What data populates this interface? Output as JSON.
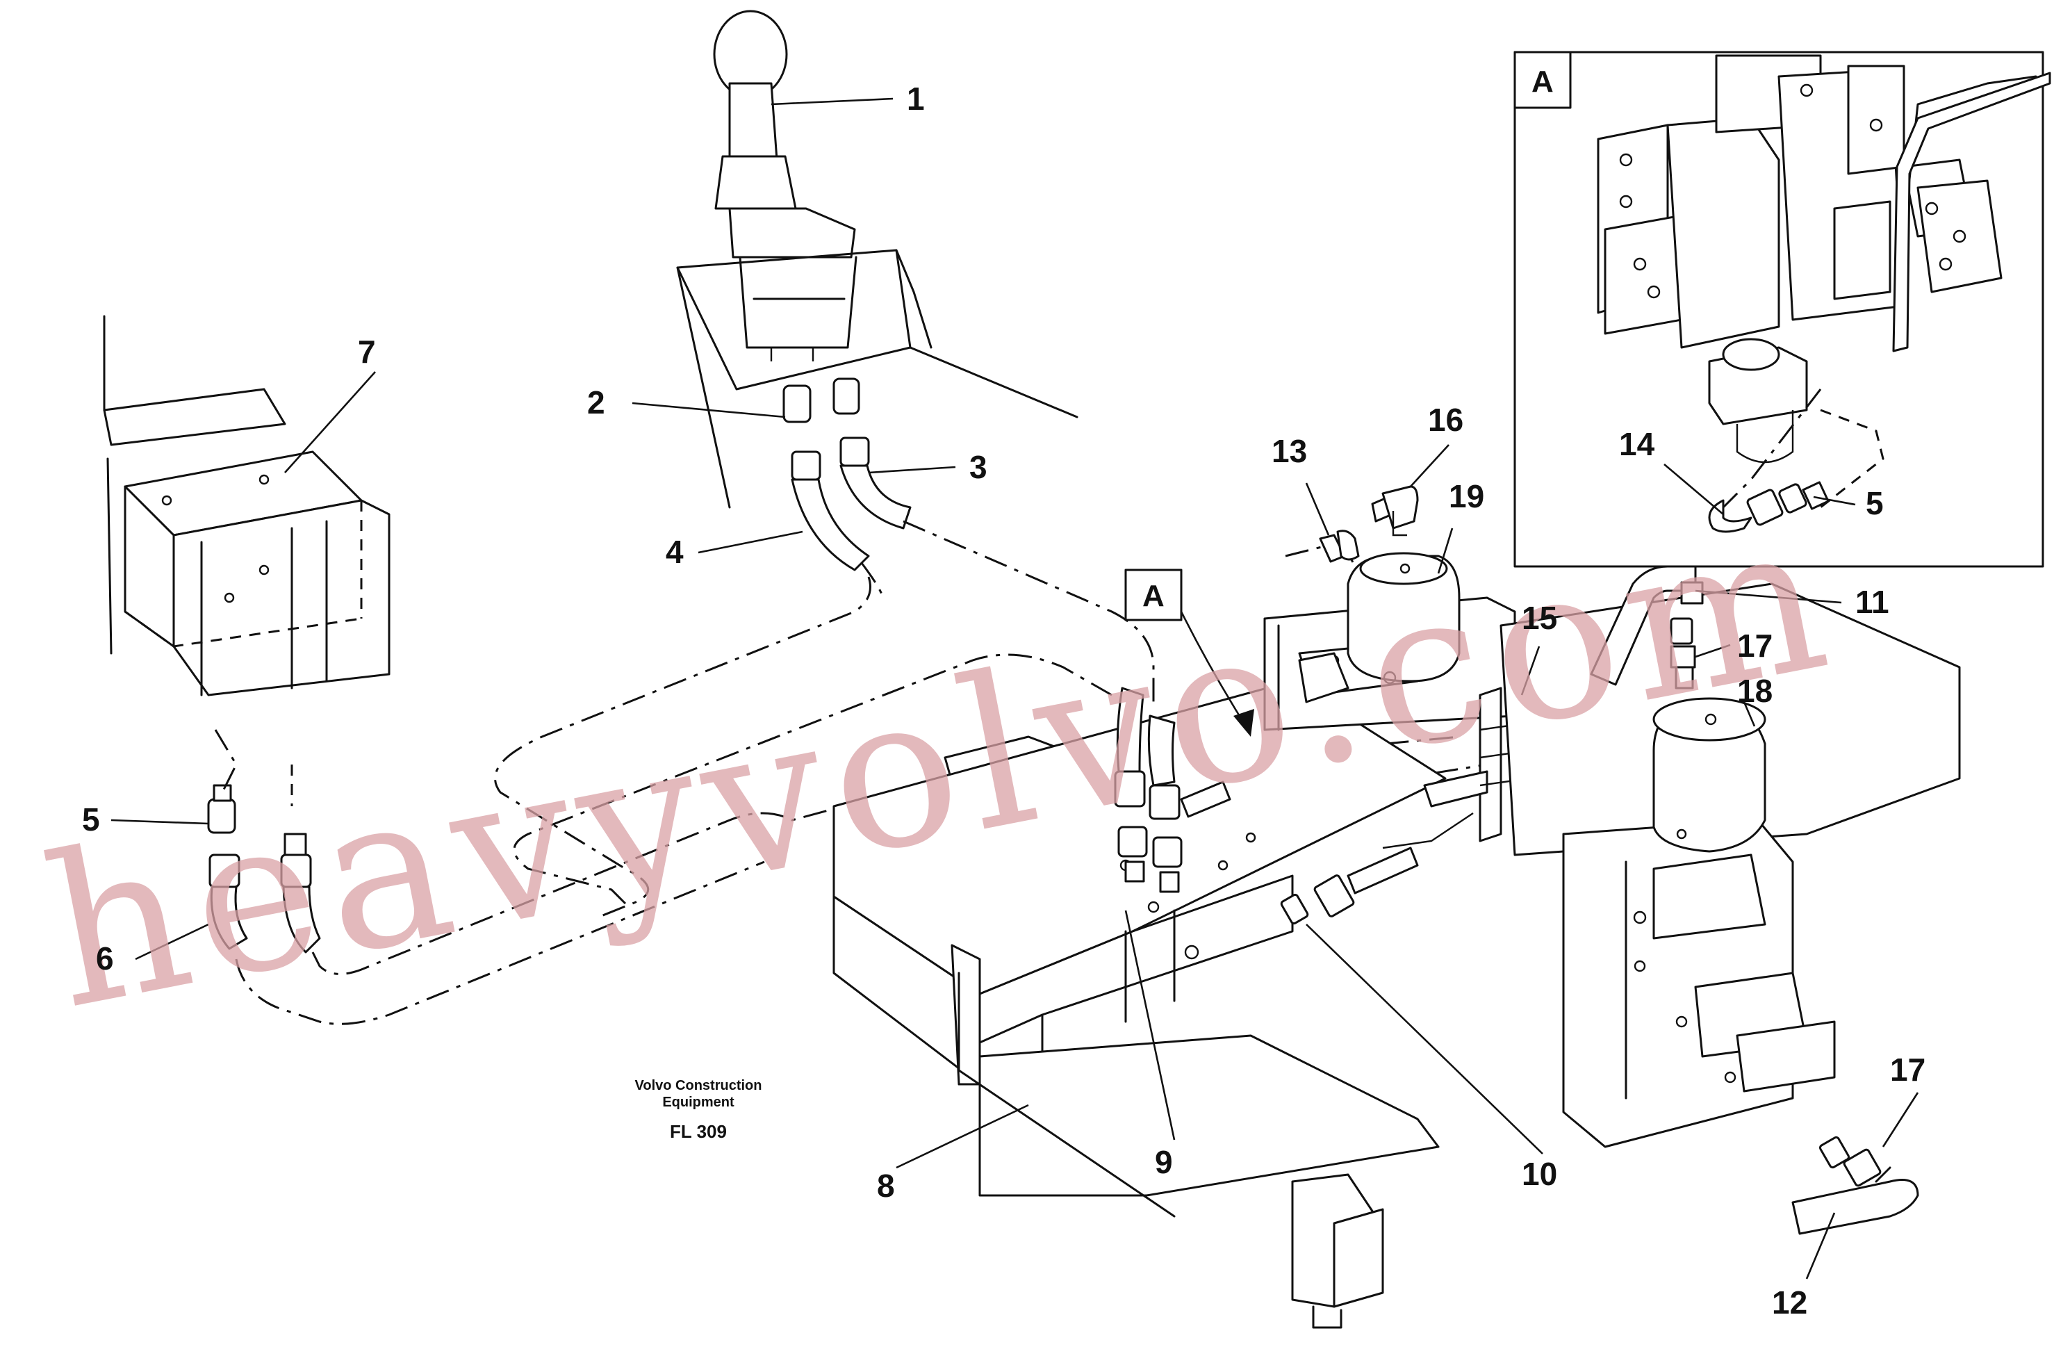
{
  "callouts": [
    "1",
    "2",
    "3",
    "4",
    "5",
    "6",
    "7",
    "8",
    "9",
    "10",
    "11",
    "12",
    "13",
    "14",
    "15",
    "16",
    "17",
    "18",
    "19"
  ],
  "detail_labels": {
    "main": "A",
    "inset": "A"
  },
  "inset_callouts": [
    "14",
    "5"
  ],
  "caption": {
    "line1": "Volvo Construction",
    "line2": "Equipment",
    "figure": "FL 309"
  },
  "watermark": "heavyvolvo.com"
}
